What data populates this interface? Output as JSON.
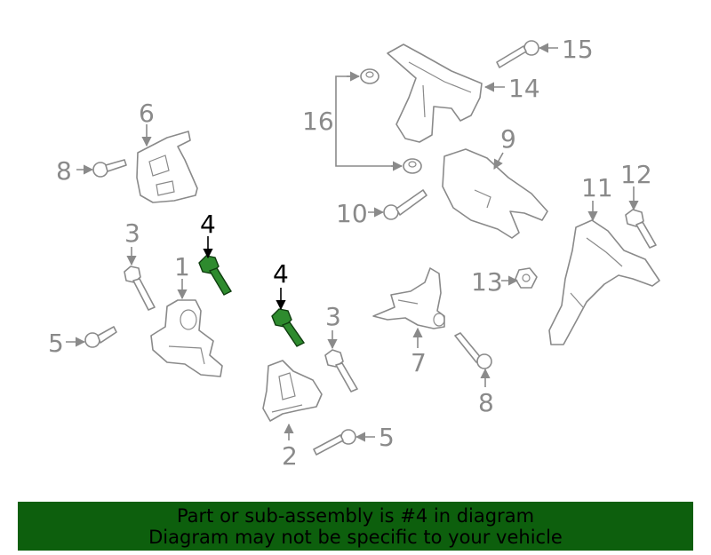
{
  "callouts": {
    "c1": "1",
    "c2": "2",
    "c3a": "3",
    "c3b": "3",
    "c4a": "4",
    "c4b": "4",
    "c5a": "5",
    "c5b": "5",
    "c6": "6",
    "c7": "7",
    "c8a": "8",
    "c8b": "8",
    "c9": "9",
    "c10": "10",
    "c11": "11",
    "c12": "12",
    "c13": "13",
    "c14": "14",
    "c15": "15",
    "c16": "16"
  },
  "highlight_color": "#2e8b2e",
  "banner": {
    "line1": "Part or sub-assembly is #4 in diagram",
    "line2": "Diagram may not be specific to your vehicle",
    "background": "#0d5f0d"
  }
}
